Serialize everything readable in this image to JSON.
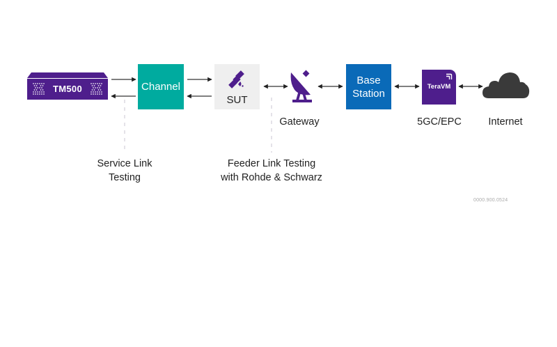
{
  "diagram": {
    "colors": {
      "purple": "#4e1e8c",
      "teal": "#00ab9f",
      "blue": "#0a6ab8",
      "sut_bg": "#efefef",
      "cloud": "#3a3a3a",
      "arrow": "#222222",
      "dash": "#c8c4d2"
    },
    "nodes": {
      "tm500": {
        "label": "TM500",
        "icon": "tm500-device-icon"
      },
      "channel": {
        "label": "Channel"
      },
      "sut": {
        "label": "SUT",
        "icon": "satellite-icon"
      },
      "gateway": {
        "label": "Gateway",
        "icon": "satellite-dish-icon"
      },
      "base_station": {
        "label_line1": "Base",
        "label_line2": "Station"
      },
      "core": {
        "label": "5GC/EPC",
        "badge": "TeraVM",
        "icon": "teravm-logo-icon"
      },
      "internet": {
        "label": "Internet",
        "icon": "cloud-icon"
      }
    },
    "annotations": {
      "service_link": {
        "line1": "Service Link",
        "line2": "Testing"
      },
      "feeder_link": {
        "line1": "Feeder Link Testing",
        "line2": "with Rohde & Schwarz"
      }
    },
    "document_code": "0000.900.0524"
  }
}
